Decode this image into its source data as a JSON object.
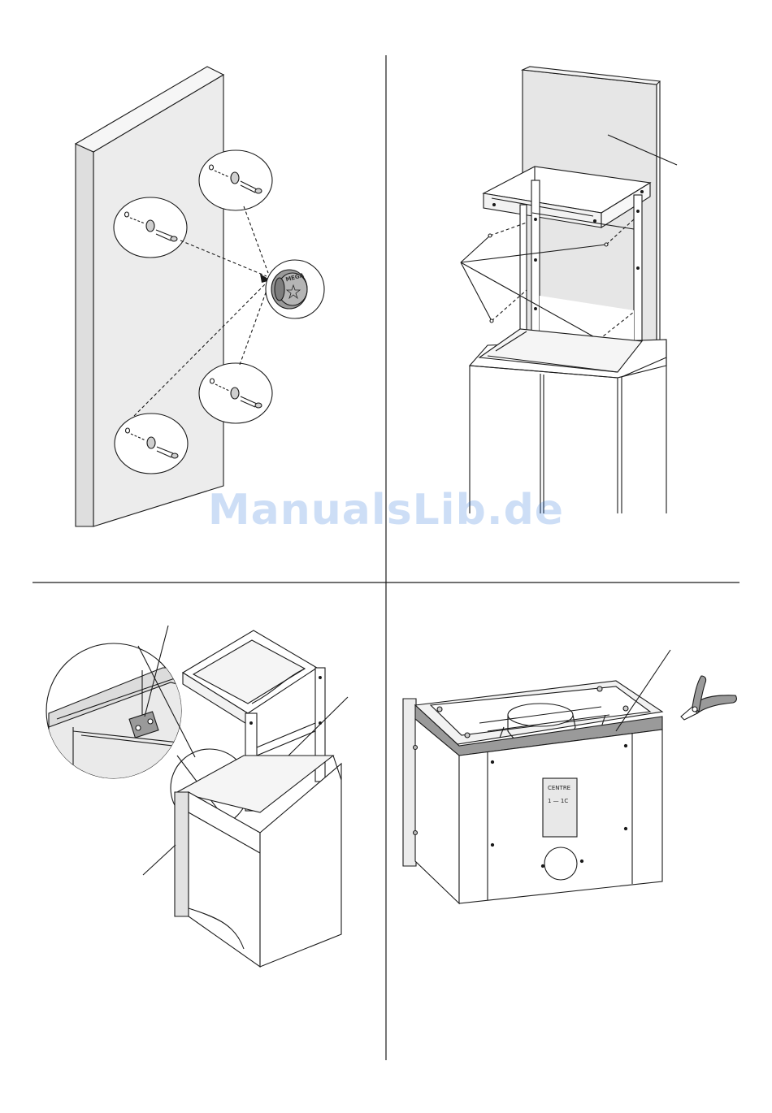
{
  "watermark": {
    "text": "ManualsLib.de"
  },
  "product_logo": {
    "text": "MEGA"
  },
  "rating_plate": {
    "line1": "CENTRE",
    "line2": "1 — 1C"
  },
  "panels": [
    {
      "id": "panel-wall-mounting",
      "label": ""
    },
    {
      "id": "panel-frame-fixing",
      "label": ""
    },
    {
      "id": "panel-clip-detail",
      "label": ""
    },
    {
      "id": "panel-unit-cutting",
      "label": ""
    }
  ],
  "colors": {
    "line": "#1a1a1a",
    "panel_fill": "#e6e6e6",
    "screen_grey": "#9a9a9a",
    "watermark": "#1f6fd8"
  }
}
